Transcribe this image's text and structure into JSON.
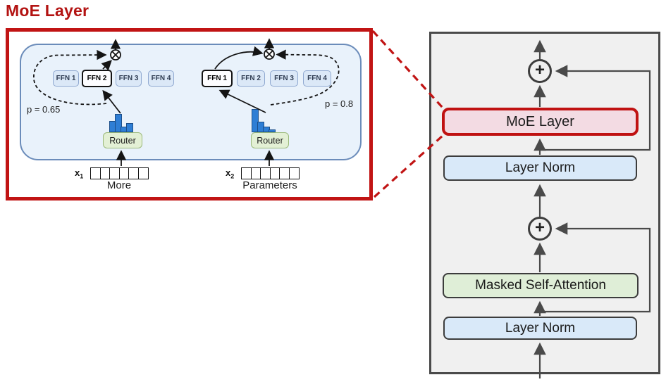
{
  "title": "MoE Layer",
  "icons": {
    "multiply": "⊗",
    "add": "+"
  },
  "colors": {
    "accent_red": "#c11414",
    "title_red": "#b31312",
    "expert_panel_fill": "#e9f2fb",
    "moe_box_fill": "#f3dbe3",
    "layer_norm_fill": "#d9e9f9",
    "attention_fill": "#dfeed7",
    "router_fill": "#e3f0d5",
    "ffn_fill": "#dbe8f7",
    "histogram_bar": "#2e7ed5",
    "panel_gray": "#f0f0f0"
  },
  "moe_panel": {
    "groups": [
      {
        "token_label": "x",
        "token_index": "1",
        "token_cells": 6,
        "token_caption": "More",
        "router_label": "Router",
        "p_label": "p = 0.65",
        "ffns": [
          {
            "label": "FFN 1",
            "selected": false
          },
          {
            "label": "FFN 2",
            "selected": true
          },
          {
            "label": "FFN 3",
            "selected": false
          },
          {
            "label": "FFN 4",
            "selected": false
          }
        ],
        "histogram_heights": [
          16,
          26,
          8,
          13
        ]
      },
      {
        "token_label": "x",
        "token_index": "2",
        "token_cells": 6,
        "token_caption": "Parameters",
        "router_label": "Router",
        "p_label": "p = 0.8",
        "ffns": [
          {
            "label": "FFN 1",
            "selected": true
          },
          {
            "label": "FFN 2",
            "selected": false
          },
          {
            "label": "FFN 3",
            "selected": false
          },
          {
            "label": "FFN 4",
            "selected": false
          }
        ],
        "histogram_heights": [
          33,
          15,
          8,
          4
        ]
      }
    ]
  },
  "transformer_block": {
    "moe_layer": "MoE Layer",
    "layer_norm_upper": "Layer Norm",
    "masked_self_attention": "Masked Self-Attention",
    "layer_norm_lower": "Layer Norm",
    "add_symbol": "+"
  }
}
